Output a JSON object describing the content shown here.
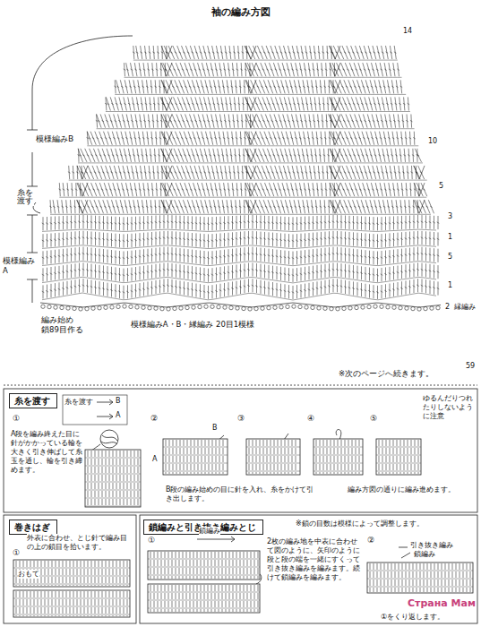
{
  "diagram": {
    "title": "袖の編み方図",
    "nodes": [
      {
        "text": [
          "糸を渡す"
        ]
      },
      {
        "text": [
          "巻きはぎ"
        ]
      },
      {
        "text": [
          "鎖編みと引き抜き編みとじ"
        ]
      }
    ],
    "labels": [
      "模様編みB",
      "糸を渡す",
      "模様編みA",
      "編み始め 鎖89目作る",
      "模様編みA・B・縁編み 20目1模様",
      "14",
      "10",
      "5",
      "3",
      "1",
      "5",
      "1",
      "2",
      "縁編み",
      "※次のページへ続きます。",
      "59",
      "糸を渡す",
      "B",
      "A",
      "①",
      "A段を編み終えた目に針がかかっている輪を大きく引き伸ばして糸玉を通し、輪を引き締めます。",
      "②",
      "B",
      "A",
      "③",
      "④",
      "⑤",
      "B段の編み始めの目に針を入れ、糸をかけて引き出します。",
      "ゆるんだりつれたりしないように注意",
      "編み方図の通りに編み進めます。",
      "外表に合わせ、とじ針で編み目の上の鎖目を拾います。",
      "おもて",
      "※鎖の目数は模様によって調整します。",
      "①",
      "鎖編み",
      "2枚の編み地を中表に合わせて図のように、矢印のように段と段の端を一緒にすくって引き抜き編みを編みます。続けて鎖編みを編みます。",
      "②",
      "引き抜き編み",
      "鎖編み",
      "①をくり返します。",
      "Страна Мам",
      "①"
    ]
  }
}
